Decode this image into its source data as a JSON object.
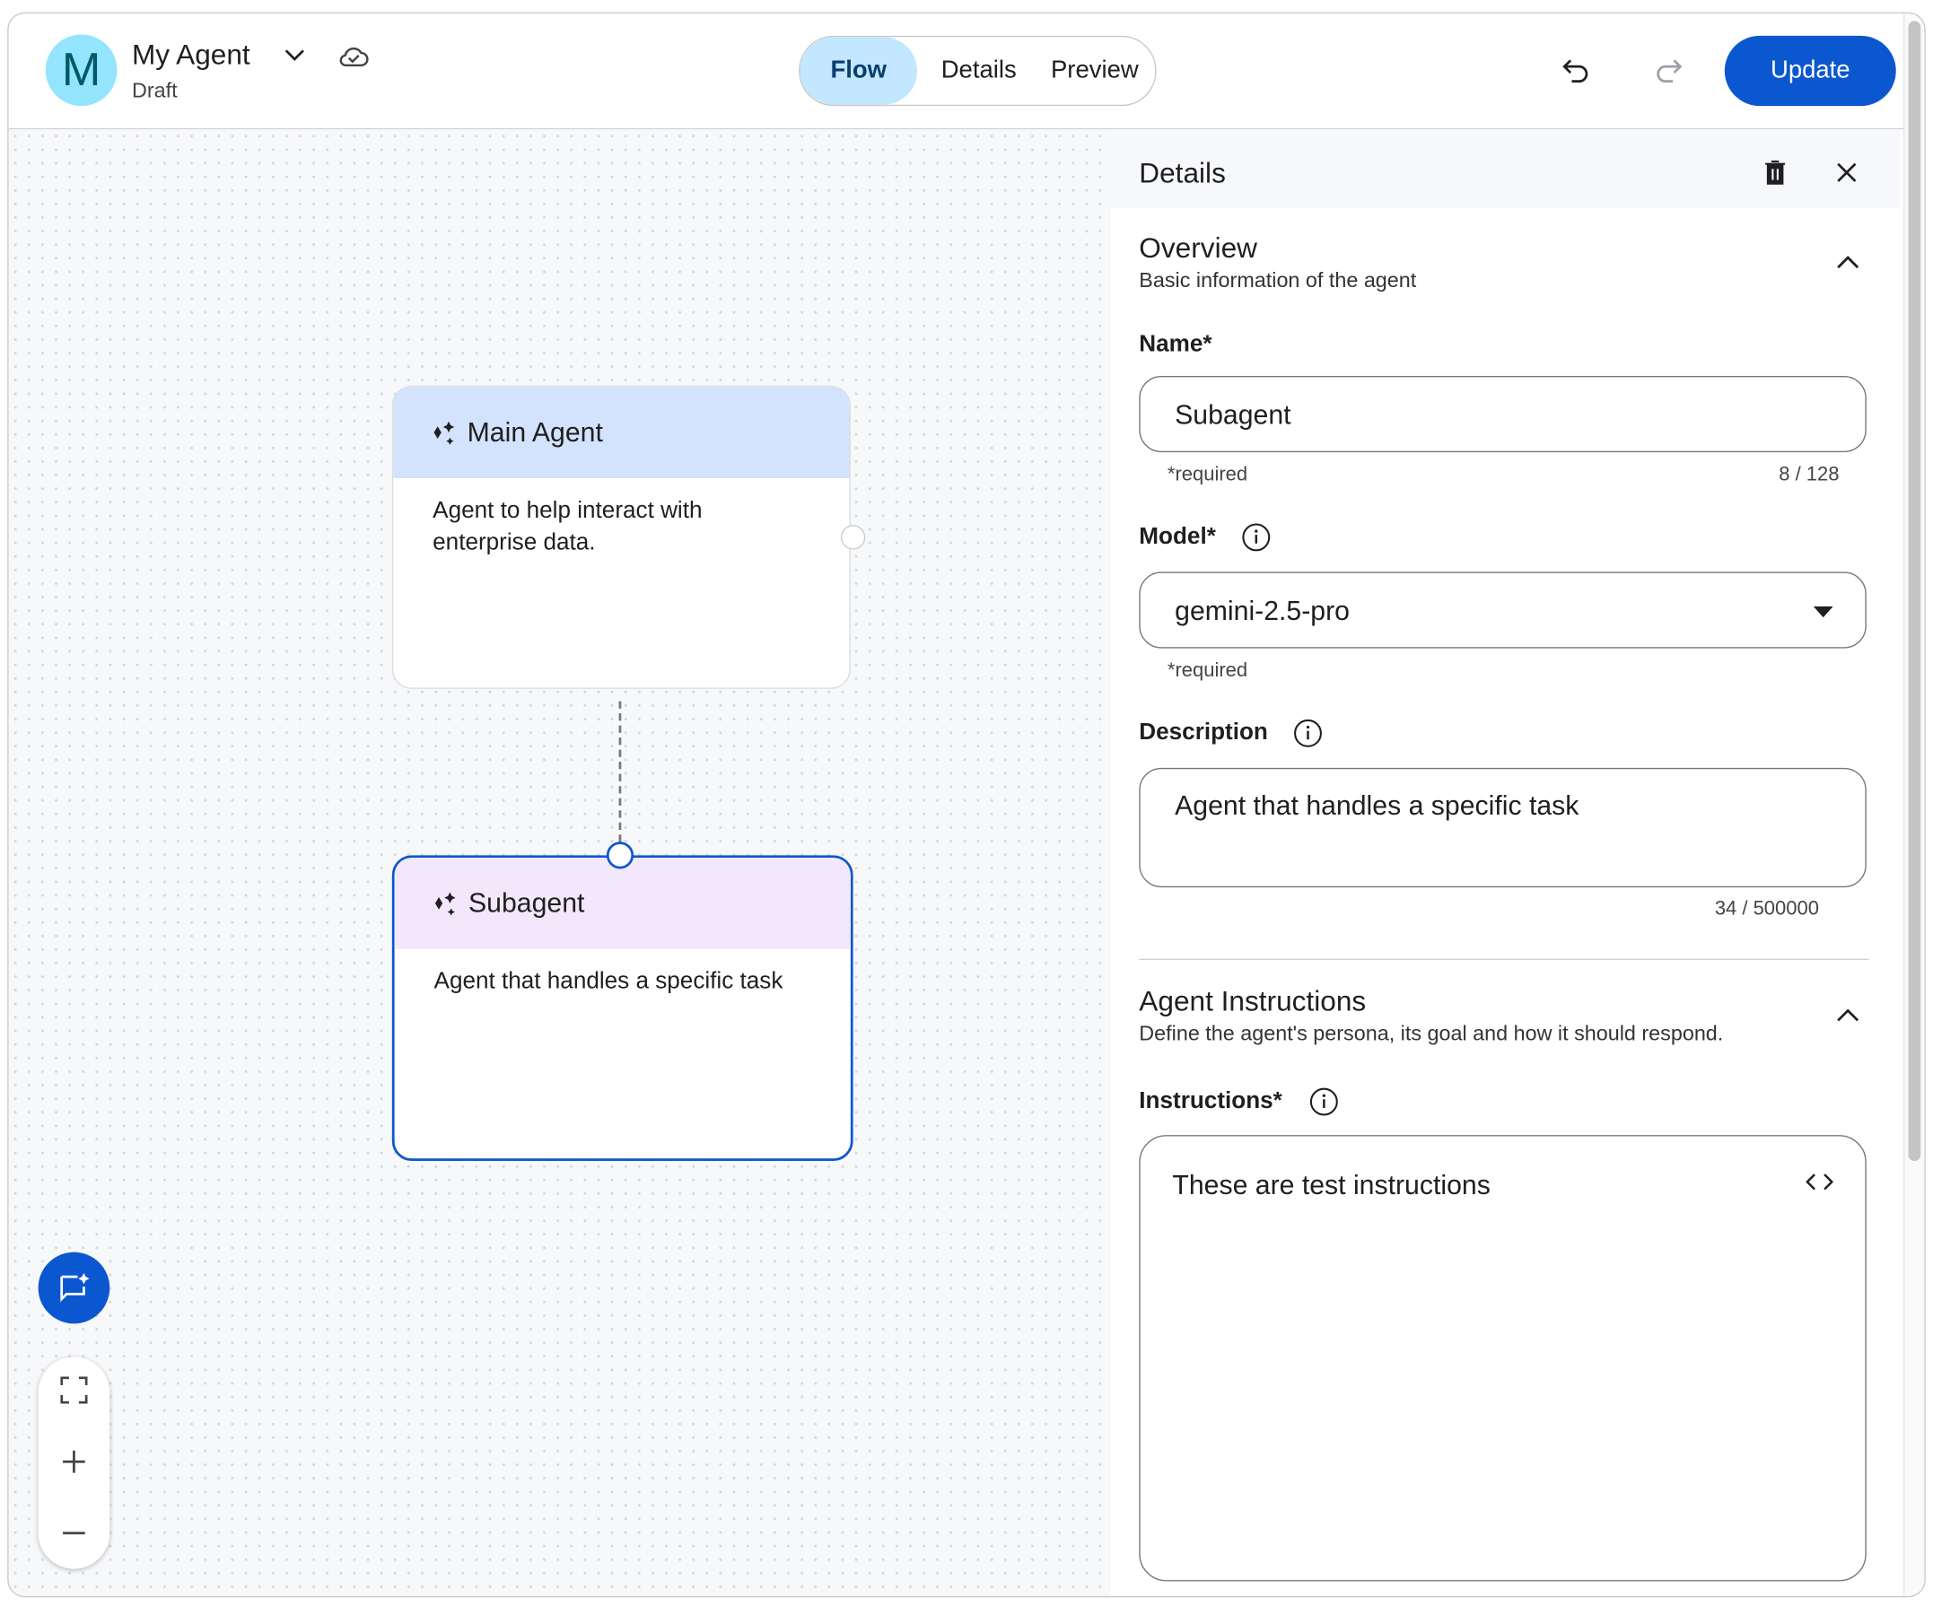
{
  "header": {
    "avatar_letter": "M",
    "title": "My Agent",
    "status": "Draft",
    "tabs": [
      {
        "label": "Flow",
        "active": true
      },
      {
        "label": "Details",
        "active": false
      },
      {
        "label": "Preview",
        "active": false
      }
    ],
    "update_label": "Update"
  },
  "canvas": {
    "nodes": [
      {
        "title": "Main Agent",
        "description": "Agent to help interact with enterprise data.",
        "header_color": "#d3e3fd"
      },
      {
        "title": "Subagent",
        "description": "Agent that handles a specific task",
        "header_color": "#f3e8fb",
        "selected": true
      }
    ]
  },
  "panel": {
    "title": "Details",
    "overview": {
      "title": "Overview",
      "subtitle": "Basic information of the agent",
      "name_label": "Name*",
      "name_value": "Subagent",
      "name_hint": "*required",
      "name_count": "8 / 128",
      "model_label": "Model*",
      "model_value": "gemini-2.5-pro",
      "model_hint": "*required",
      "description_label": "Description",
      "description_value": "Agent that handles a specific task",
      "description_count": "34 / 500000"
    },
    "instructions": {
      "title": "Agent Instructions",
      "subtitle": "Define the agent's persona, its goal and how it should respond.",
      "label": "Instructions*",
      "value": "These are test instructions"
    }
  },
  "colors": {
    "accent": "#0b57d0",
    "active_tab": "#c2e7ff",
    "avatar": "#95e4fe"
  }
}
